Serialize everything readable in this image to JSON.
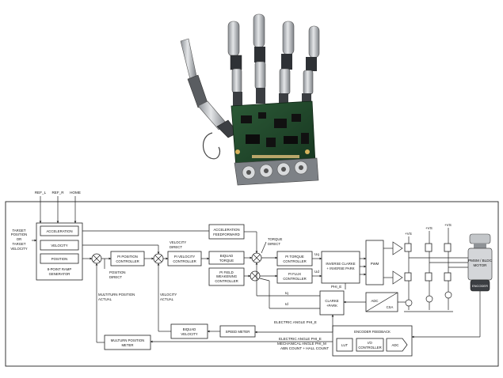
{
  "inputs": {
    "ref_l": "REF_L",
    "ref_r": "REF_R",
    "home": "HOME",
    "target": [
      "TARGET",
      "POSITION",
      "OR",
      "TARGET",
      "VELOCITY"
    ]
  },
  "ramp": {
    "acceleration": "ACCELERATION",
    "velocity": "VELOCITY",
    "position": "POSITION",
    "title": [
      "8-POINT RAMP",
      "GENERATOR"
    ]
  },
  "blocks": {
    "pi_position": [
      "PI POSITION",
      "CONTROLLER"
    ],
    "pi_velocity": [
      "PI VELOCITY",
      "CONTROLLER"
    ],
    "biquad_torque": [
      "BIQUAD",
      "TORQUE"
    ],
    "pi_field": [
      "PI FIELD",
      "WEAKENING",
      "CONTROLLER"
    ],
    "accel_ff": [
      "ACCELERATION",
      "FEEDFORWARD"
    ],
    "pi_torque": [
      "PI TORQUE",
      "CONTROLLER"
    ],
    "pi_flux": [
      "PI FLUX",
      "CONTROLLER"
    ],
    "inverse_clarke": [
      "INVERSE CLARKE",
      "+ INVERSE PARK"
    ],
    "pwm": "PWM",
    "clarke_park": [
      "CLARKE",
      "+PARK"
    ],
    "adc": "ADC",
    "csa": "CSA",
    "biquad_velocity": [
      "BIQUAD",
      "VELOCITY"
    ],
    "speed_meter": "SPEED METER",
    "multiturn_meter": [
      "MULTURN POSITION",
      "METER"
    ],
    "encoder_feedback": "ENCODER FEEDBACK",
    "lut": "LUT",
    "io_controller": [
      "I/O",
      "CONTROLLER"
    ],
    "enc_adc": "ADC",
    "motor": [
      "PMSM / BLDC",
      "MOTOR"
    ],
    "encoder": "ENCODER"
  },
  "labels": {
    "position_direct": [
      "POSITION",
      "DIRECT"
    ],
    "velocity_direct": [
      "VELOCITY",
      "DIRECT"
    ],
    "torque_direct": [
      "TORQUE",
      "DIRECT"
    ],
    "multiturn_actual": [
      "MULTITURN POSITION",
      "ACTUAL"
    ],
    "velocity_actual": [
      "VELOCITY",
      "ACTUAL"
    ],
    "electric_angle": "ELECTRIC ANGLE PHI_E",
    "phi_e": "PHI_E",
    "feedback_list": [
      "ELECTRIC ANGLE PHI_E",
      "MECHANICAL ANGLE PHI_M",
      "ABN COUNT + HALL COUNT"
    ],
    "vs": "+VS",
    "uq": "Uq",
    "ud": "Ud",
    "iq": "Iq",
    "id": "Id"
  },
  "colors": {
    "line": "#222222",
    "hand_silver": "#b9bcc0",
    "pcb_green": "#1f4a2b"
  }
}
